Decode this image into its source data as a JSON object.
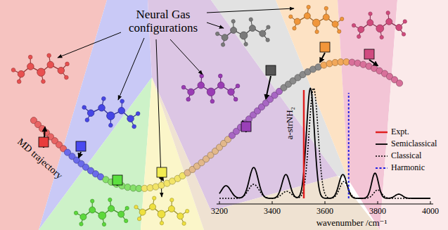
{
  "diagram": {
    "labels": [
      "Neural Gas configurations",
      "MD trajectory",
      "a-strNH₂",
      "3200",
      "3400",
      "3600",
      "3800",
      "4000",
      "wavenumber /cm⁻¹"
    ],
    "legend": [
      {
        "text": "Expt."
      },
      {
        "text": "Semiclassical"
      },
      {
        "text": "Classical"
      },
      {
        "text": "Harmonic"
      }
    ]
  }
}
